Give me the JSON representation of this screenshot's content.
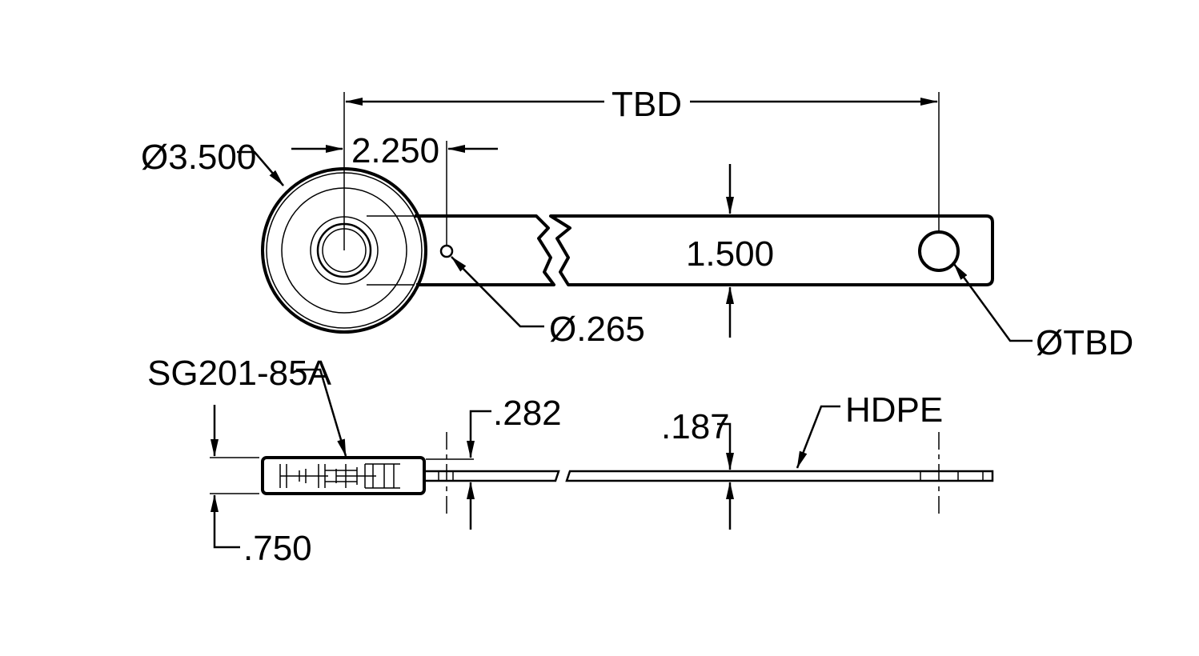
{
  "dimensions": {
    "overall_length": "TBD",
    "hub_diameter": "Ø3.500",
    "hole_offset": "2.250",
    "small_hole_diameter": "Ø.265",
    "arm_width": "1.500",
    "end_hole_diameter": "ØTBD",
    "hub_part_number": "SG201-85A",
    "hub_height": ".750",
    "hub_step": ".282",
    "arm_thickness": ".187",
    "arm_material": "HDPE"
  }
}
